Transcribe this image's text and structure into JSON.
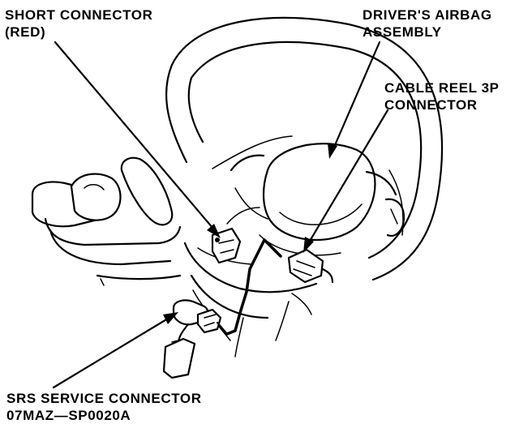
{
  "labels": {
    "short_connector": {
      "line1": "SHORT CONNECTOR",
      "line2": "(RED)"
    },
    "drivers_airbag": {
      "line1": "DRIVER'S AIRBAG",
      "line2": "ASSEMBLY"
    },
    "cable_reel": {
      "line1": "CABLE REEL 3P",
      "line2": "CONNECTOR"
    },
    "srs_service": {
      "line1": "SRS SERVICE CONNECTOR",
      "line2": "07MAZ—SP0020A"
    }
  },
  "colors": {
    "ink": "#000000",
    "paper": "#ffffff"
  }
}
